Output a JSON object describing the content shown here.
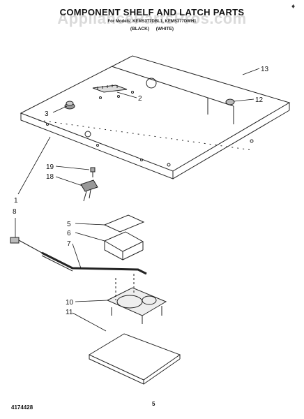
{
  "header": {
    "corner_mark": "♦",
    "title": "COMPONENT SHELF AND LATCH PARTS",
    "watermark": "AppliancePartsPros.com",
    "models_line": "For Models: KEMS377DBL1, KEMS377DWH1",
    "color_black": "(BLACK)",
    "color_white": "(WHITE)"
  },
  "callouts": [
    "1",
    "2",
    "3",
    "5",
    "6",
    "7",
    "8",
    "10",
    "11",
    "12",
    "13",
    "18",
    "19"
  ],
  "footer": {
    "part_number": "4174428",
    "page_number": "5"
  }
}
